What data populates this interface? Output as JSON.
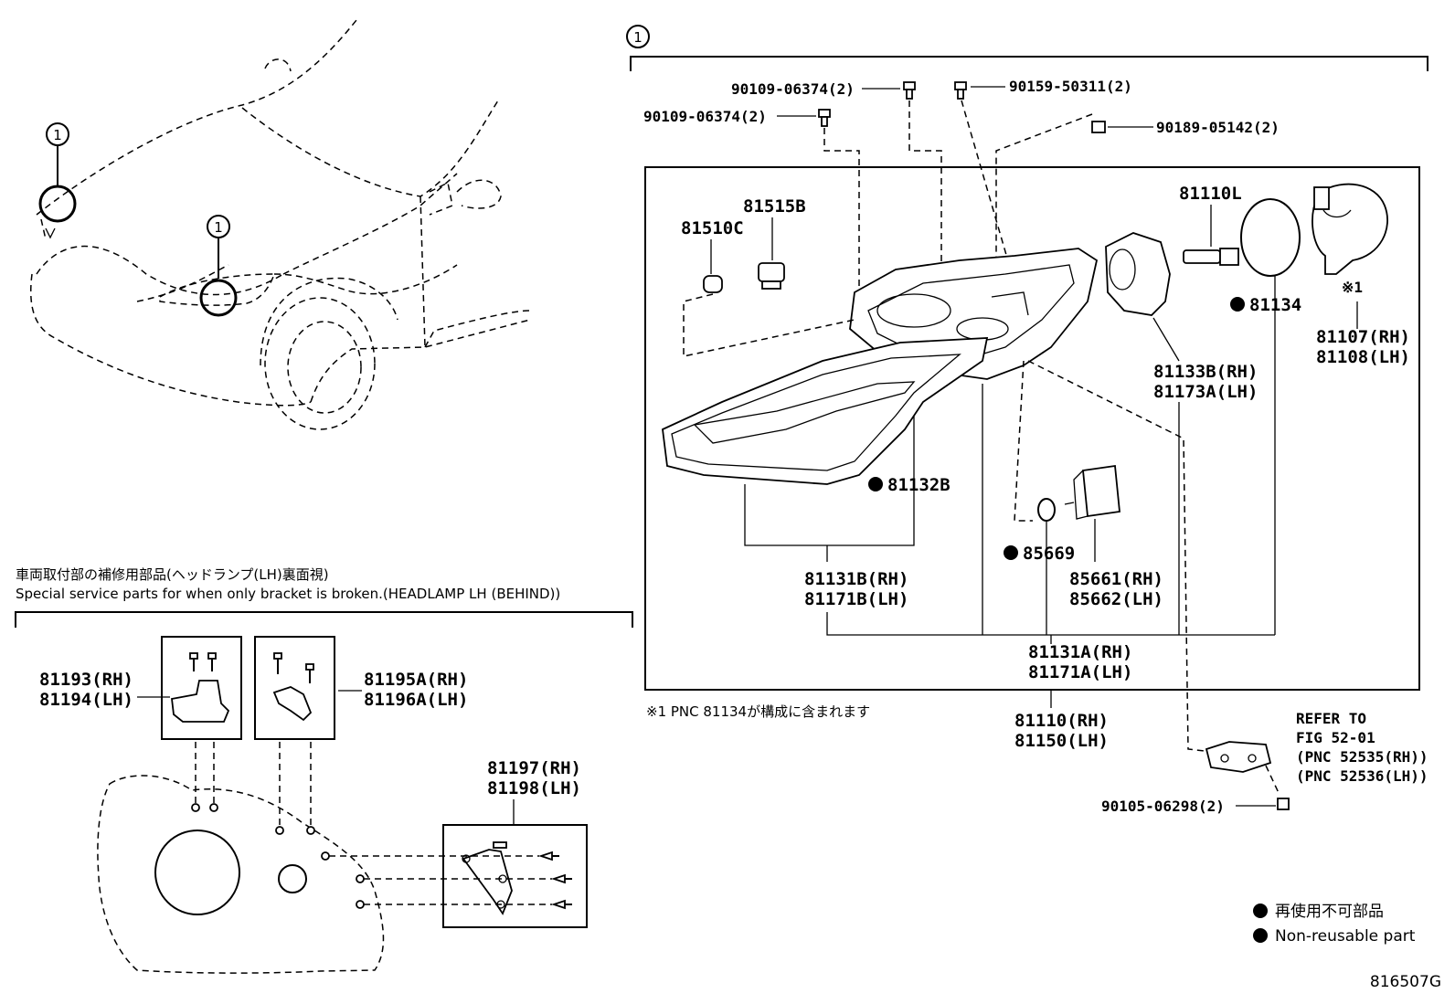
{
  "car_callout_1": "1",
  "car_callout_2": "1",
  "main_callout": "1",
  "fasteners": {
    "a": "90109-06374(2)",
    "b": "90109-06374(2)",
    "c": "90159-50311(2)",
    "d": "90189-05142(2)"
  },
  "parts": {
    "p81515B": "81515B",
    "p81510C": "81510C",
    "p81110L": "81110L",
    "p81134": "81134",
    "p81107": "81107(RH)",
    "p81108": "81108(LH)",
    "p81133B": "81133B(RH)",
    "p81173A": "81173A(LH)",
    "p81132B": "81132B",
    "p85669": "85669",
    "p85661": "85661(RH)",
    "p85662": "85662(LH)",
    "p81131B": "81131B(RH)",
    "p81171B": "81171B(LH)",
    "p81131A": "81131A(RH)",
    "p81171A": "81171A(LH)",
    "p81110": "81110(RH)",
    "p81150": "81150(LH)",
    "note_mark": "※1",
    "note1": "※1 PNC 81134が構成に含まれます"
  },
  "refer": {
    "l1": "REFER TO",
    "l2": "FIG 52-01",
    "l3": "(PNC 52535(RH))",
    "l4": "(PNC 52536(LH))",
    "bolt": "90105-06298(2)"
  },
  "service": {
    "title_jp": "車両取付部の補修用部品(ヘッドランプ(LH)裏面視)",
    "title_en": "Special service parts for when only bracket is broken.(HEADLAMP LH (BEHIND))",
    "p81193": "81193(RH)",
    "p81194": "81194(LH)",
    "p81195A": "81195A(RH)",
    "p81196A": "81196A(LH)",
    "p81197": "81197(RH)",
    "p81198": "81198(LH)"
  },
  "legend": {
    "jp": "再使用不可部品",
    "en": "Non-reusable part"
  },
  "figure_id": "816507G"
}
